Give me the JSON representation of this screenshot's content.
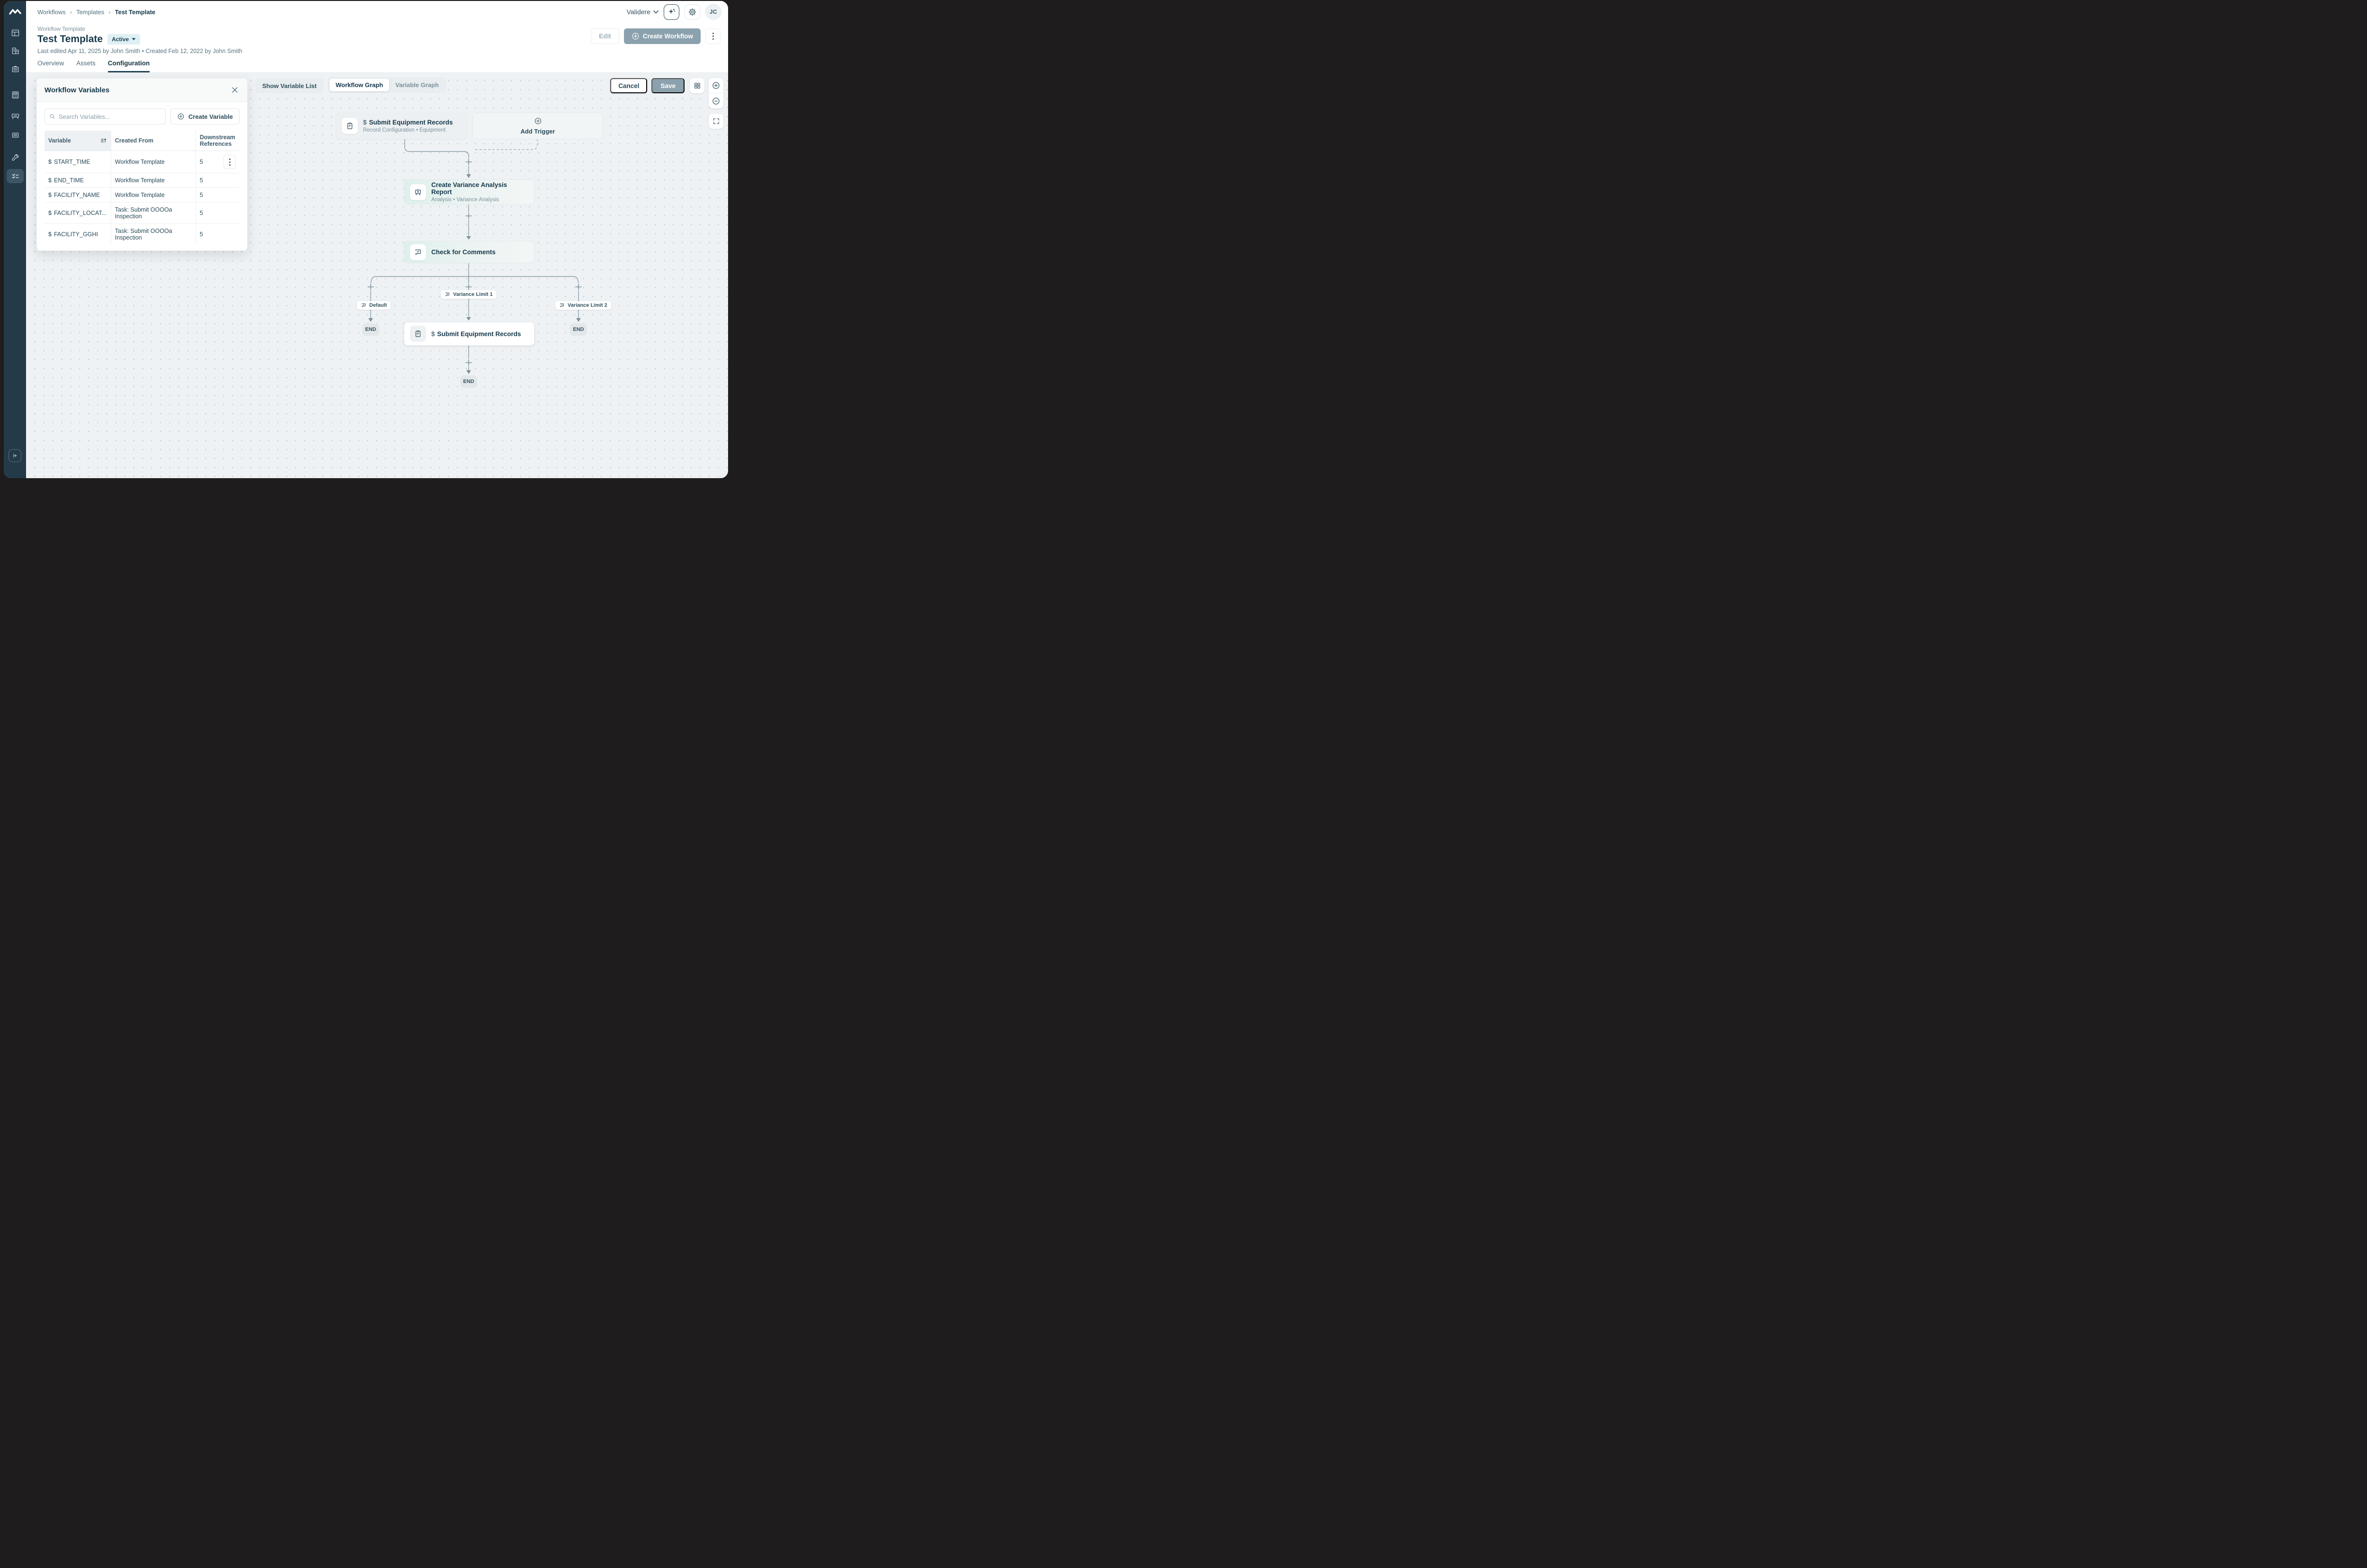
{
  "topbar": {
    "breadcrumb": {
      "items": [
        {
          "label": "Workflows"
        },
        {
          "label": "Templates"
        },
        {
          "label": "Test Template"
        }
      ]
    },
    "org": {
      "label": "Validere"
    },
    "avatar": {
      "initials": "JC"
    }
  },
  "header": {
    "eyebrow": "Workflow Template",
    "title": "Test Template",
    "status": {
      "label": "Active"
    },
    "meta": "Last edited Apr 11, 2025 by John Smith • Created Feb 12, 2022 by John Smith",
    "tabs": [
      {
        "label": "Overview"
      },
      {
        "label": "Assets"
      },
      {
        "label": "Configuration"
      }
    ],
    "active_tab": "Configuration",
    "actions": {
      "edit": "Edit",
      "create_workflow": "Create Workflow"
    }
  },
  "variables_panel": {
    "title": "Workflow Variables",
    "search": {
      "placeholder": "Search Variables..."
    },
    "create_button": "Create Variable",
    "columns": {
      "variable": "Variable",
      "created_from": "Created From",
      "references": "Downstream References"
    },
    "rows": [
      {
        "prefix": "$",
        "name": "START_TIME",
        "created_from": "Workflow Template",
        "references": "5"
      },
      {
        "prefix": "$",
        "name": "END_TIME",
        "created_from": "Workflow Template",
        "references": "5"
      },
      {
        "prefix": "$",
        "name": "FACILITY_NAME",
        "created_from": "Workflow Template",
        "references": "5"
      },
      {
        "prefix": "$",
        "name": "FACILITY_LOCAT...",
        "created_from": "Task: Submit OOOOa Inspection",
        "references": "5"
      },
      {
        "prefix": "$",
        "name": "FACILITY_GGHI",
        "created_from": "Task: Submit OOOOa Inspection",
        "references": "5"
      }
    ]
  },
  "graph_toolbar": {
    "show_variable_list": "Show Variable List",
    "segments": [
      {
        "label": "Workflow Graph"
      },
      {
        "label": "Variable Graph"
      }
    ],
    "active_segment": "Workflow Graph",
    "cancel": "Cancel",
    "save": "Save"
  },
  "graph": {
    "trigger_node": {
      "prefix": "$",
      "title": "Submit Equipment Records",
      "subtitle": "Record Configuration • Equipment"
    },
    "add_trigger": {
      "label": "Add Trigger"
    },
    "variance_node": {
      "title": "Create Variance Analysis Report",
      "subtitle": "Analysis • Variance Analysis"
    },
    "check_node": {
      "title": "Check for Comments"
    },
    "branch_labels": {
      "default": "Default",
      "limit1": "Variance Limit 1",
      "limit2": "Variance Limit 2"
    },
    "submit_node": {
      "prefix": "$",
      "title": "Submit Equipment Records"
    },
    "end_label": "END"
  },
  "colors": {
    "accent_dark": "#16384a",
    "sidebar": "#243a49",
    "save_bg": "#8ba1ad",
    "badge_bg": "#def0f4",
    "canvas_bg": "#eff2f4",
    "mint": "#e0f0ec",
    "edge": "#8a9ca6"
  }
}
